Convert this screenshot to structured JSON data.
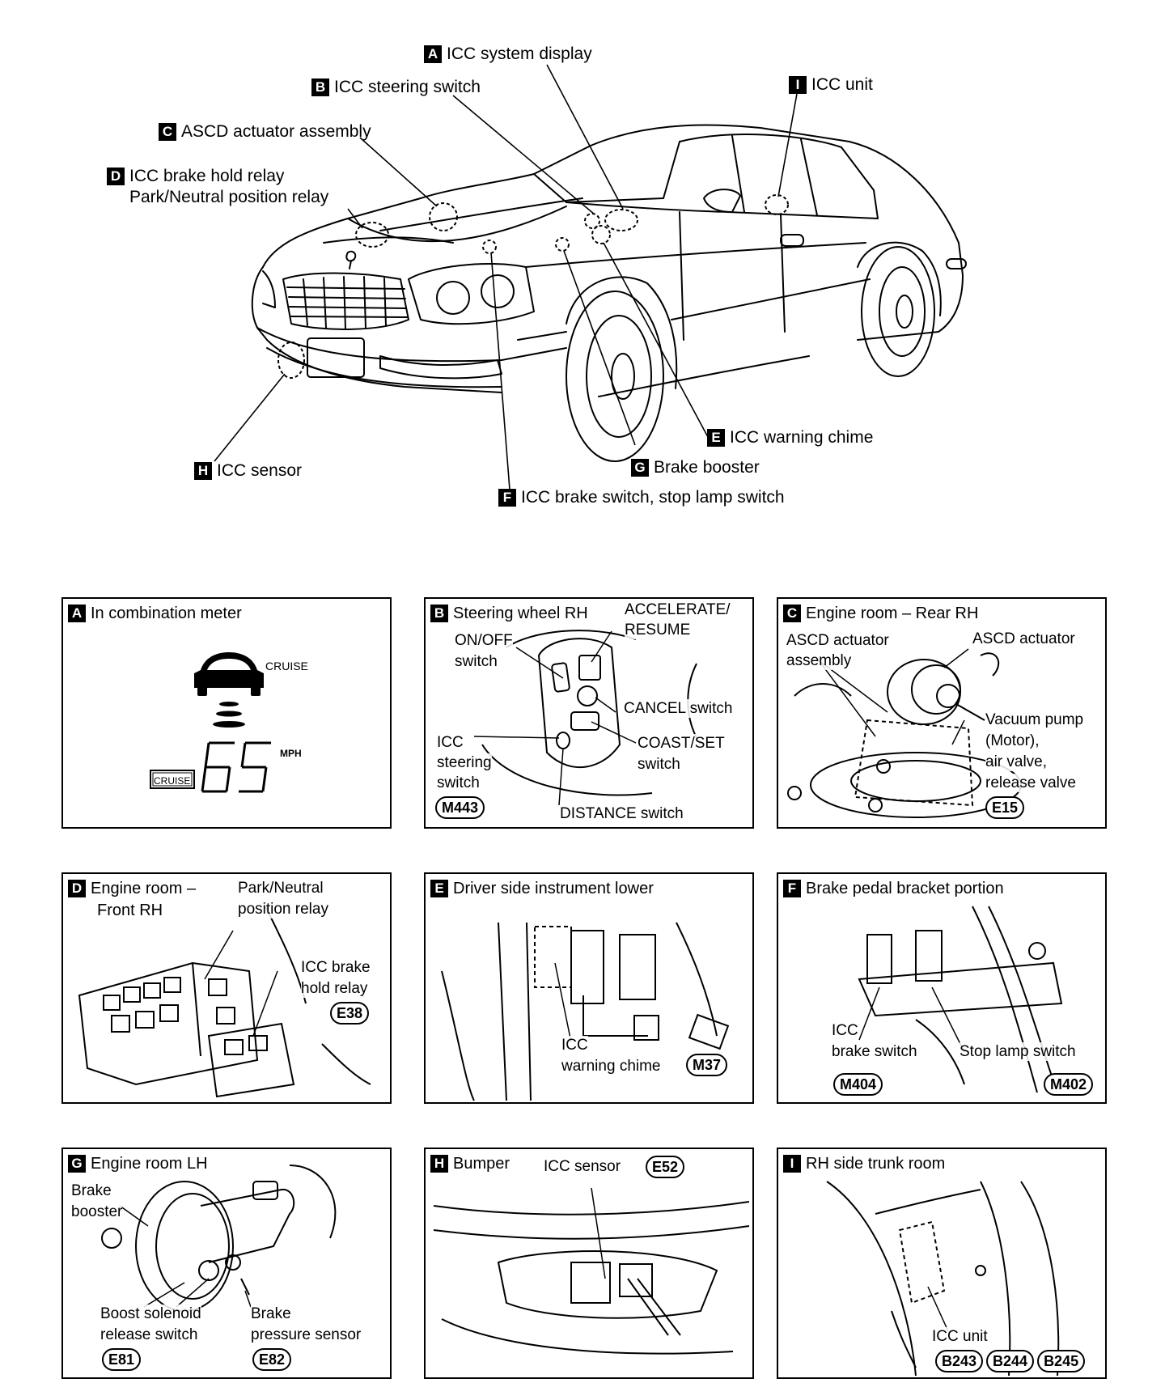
{
  "callouts": {
    "A": {
      "letter": "A",
      "lines": [
        "ICC system display"
      ]
    },
    "B": {
      "letter": "B",
      "lines": [
        "ICC steering switch"
      ]
    },
    "C": {
      "letter": "C",
      "lines": [
        "ASCD actuator assembly"
      ]
    },
    "D": {
      "letter": "D",
      "lines": [
        "ICC brake hold relay",
        "Park/Neutral position relay"
      ]
    },
    "E": {
      "letter": "E",
      "lines": [
        "ICC warning chime"
      ]
    },
    "F": {
      "letter": "F",
      "lines": [
        "ICC brake switch, stop lamp switch"
      ]
    },
    "G": {
      "letter": "G",
      "lines": [
        "Brake booster"
      ]
    },
    "H": {
      "letter": "H",
      "lines": [
        "ICC sensor"
      ]
    },
    "I": {
      "letter": "I",
      "lines": [
        "ICC unit"
      ]
    }
  },
  "panels": {
    "A": {
      "letter": "A",
      "title": "In combination meter",
      "cruise_icon_label": "CRUISE",
      "speed": "65",
      "unit": "MPH",
      "cruise_indicator": "CRUISE"
    },
    "B": {
      "letter": "B",
      "title": "Steering wheel RH",
      "labels": {
        "accel": "ACCELERATE/",
        "resume": "RESUME",
        "onoff": "ON/OFF",
        "onoff2": "switch",
        "cancel": "CANCEL switch",
        "coast": "COAST/SET",
        "coast2": "switch",
        "icc": "ICC",
        "icc2": "steering",
        "icc3": "switch",
        "distance": "DISTANCE switch"
      },
      "connector": "M443"
    },
    "C": {
      "letter": "C",
      "title": "Engine room – Rear RH",
      "labels": {
        "assy1": "ASCD actuator",
        "assy2": "assembly",
        "act": "ASCD actuator",
        "vac1": "Vacuum pump",
        "vac2": "(Motor),",
        "vac3": "air valve,",
        "vac4": "release valve"
      },
      "connector": "E15"
    },
    "D": {
      "letter": "D",
      "title": "Engine room –",
      "title2": "Front RH",
      "labels": {
        "pn1": "Park/Neutral",
        "pn2": "position relay",
        "hold1": "ICC brake",
        "hold2": "hold relay"
      },
      "connector": "E38"
    },
    "E": {
      "letter": "E",
      "title": "Driver side instrument lower",
      "labels": {
        "w1": "ICC",
        "w2": "warning chime"
      },
      "connector": "M37"
    },
    "F": {
      "letter": "F",
      "title": "Brake pedal bracket portion",
      "labels": {
        "b1": "ICC",
        "b2": "brake switch",
        "stop": "Stop lamp switch"
      },
      "connectors": [
        "M404",
        "M402"
      ]
    },
    "G": {
      "letter": "G",
      "title": "Engine room LH",
      "labels": {
        "bb1": "Brake",
        "bb2": "booster",
        "bs1": "Boost solenoid",
        "bs2": "release switch",
        "bp1": "Brake",
        "bp2": "pressure sensor"
      },
      "connectors": [
        "E81",
        "E82"
      ]
    },
    "H": {
      "letter": "H",
      "title": "Bumper",
      "labels": {
        "sensor": "ICC sensor"
      },
      "connector": "E52"
    },
    "I": {
      "letter": "I",
      "title": "RH side trunk room",
      "labels": {
        "unit": "ICC unit"
      },
      "connectors": [
        "B243",
        "B244",
        "B245"
      ]
    }
  }
}
